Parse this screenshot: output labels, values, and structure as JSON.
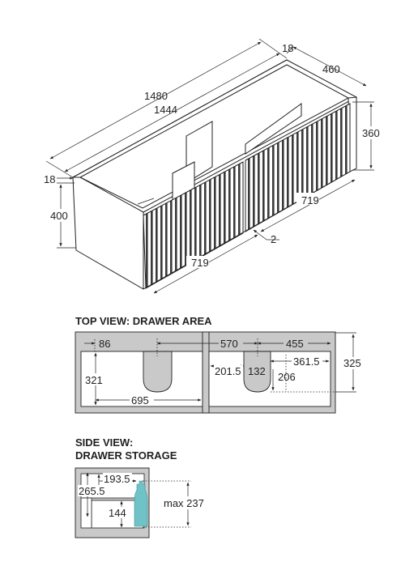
{
  "iso": {
    "overall_width": "1480",
    "inner_width": "1444",
    "top_thickness": "18",
    "depth": "460",
    "drawer_height": "360",
    "side_thickness": "18",
    "height": "400",
    "right_drawer_width": "719",
    "gap": "2",
    "left_drawer_width": "719"
  },
  "top_view": {
    "heading": "TOP VIEW: DRAWER AREA",
    "left_offset": "86",
    "left_depth": "321",
    "left_width": "695",
    "plumb_offset": "570",
    "right_section": "455",
    "right_segment": "361.5",
    "left_segment": "201.5",
    "cutout_width": "132",
    "cutout_depth": "206",
    "total_depth": "325"
  },
  "side_view": {
    "heading_line1": "SIDE VIEW:",
    "heading_line2": "DRAWER STORAGE",
    "upper_depth": "193.5",
    "total_height": "265.5",
    "lower_height": "144",
    "max_height": "max 237"
  },
  "colors": {
    "line": "#231f20",
    "wall_fill": "#c9c9c9",
    "bottle": "#6fc3c6"
  }
}
